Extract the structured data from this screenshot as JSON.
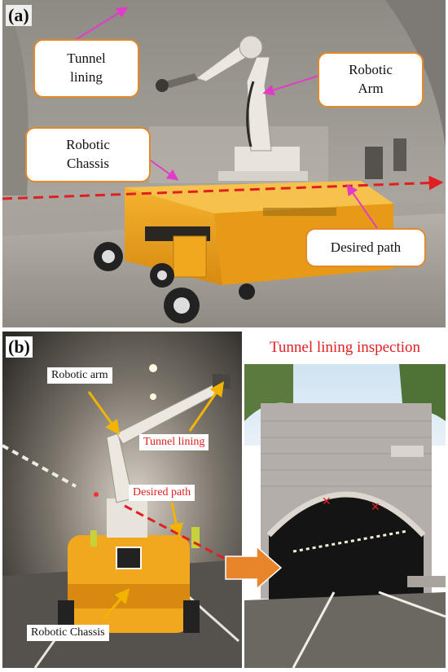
{
  "panel_a": {
    "label": "(a)",
    "callouts": {
      "tunnel_lining": "Tunnel\nlining",
      "robotic_arm": "Robotic\nArm",
      "robotic_chassis": "Robotic\nChassis",
      "desired_path": "Desired path"
    }
  },
  "panel_b": {
    "label": "(b)",
    "labels": {
      "robotic_arm": "Robotic arm",
      "tunnel_lining": "Tunnel lining",
      "desired_path": "Desired path",
      "robotic_chassis": "Robotic Chassis"
    },
    "inspection_title": "Tunnel lining inspection"
  },
  "colors": {
    "callout_border": "#e08a2a",
    "annotation_arrow_a": "#e03cc8",
    "annotation_arrow_b": "#f2b400",
    "path_line": "#e02020",
    "label_red": "#e02020",
    "chassis": "#f2a81e"
  }
}
